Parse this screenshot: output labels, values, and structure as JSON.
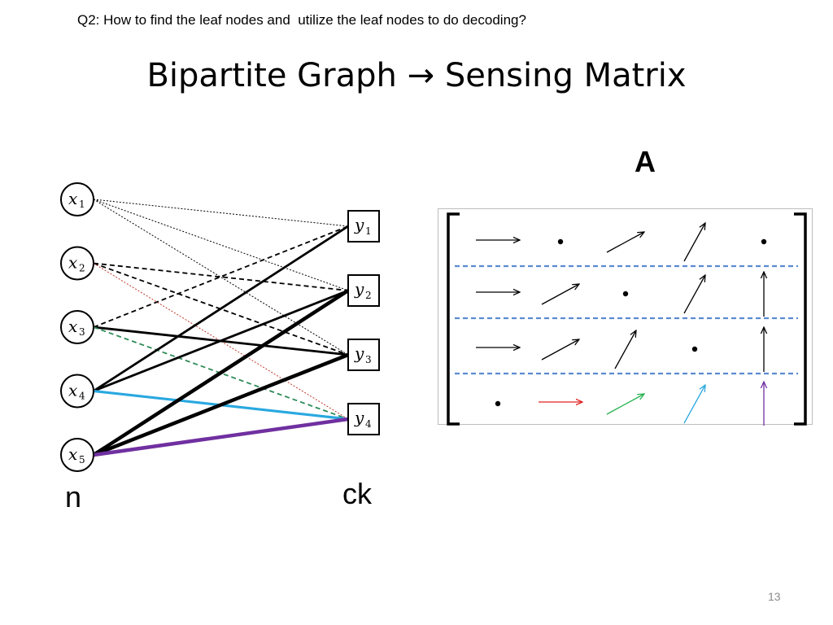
{
  "slide": {
    "question": "Q2: How to find the leaf nodes and  utilize the leaf nodes to do decoding?",
    "title": "Bipartite Graph → Sensing Matrix",
    "page_number": "13"
  },
  "graph": {
    "left_label": "n",
    "right_label": "ck",
    "left_nodes": [
      {
        "name": "x",
        "sub": "1"
      },
      {
        "name": "x",
        "sub": "2"
      },
      {
        "name": "x",
        "sub": "3"
      },
      {
        "name": "x",
        "sub": "4"
      },
      {
        "name": "x",
        "sub": "5"
      }
    ],
    "right_nodes": [
      {
        "name": "y",
        "sub": "1"
      },
      {
        "name": "y",
        "sub": "2"
      },
      {
        "name": "y",
        "sub": "3"
      },
      {
        "name": "y",
        "sub": "4"
      }
    ],
    "edges": [
      {
        "from": 1,
        "to": 1,
        "style": "dotted",
        "color": "#000000"
      },
      {
        "from": 1,
        "to": 2,
        "style": "dotted",
        "color": "#000000"
      },
      {
        "from": 1,
        "to": 3,
        "style": "dotted",
        "color": "#000000"
      },
      {
        "from": 2,
        "to": 2,
        "style": "dashed",
        "color": "#000000"
      },
      {
        "from": 2,
        "to": 3,
        "style": "dashed",
        "color": "#000000"
      },
      {
        "from": 2,
        "to": 4,
        "style": "dotted",
        "color": "#c0392b"
      },
      {
        "from": 3,
        "to": 1,
        "style": "dashed",
        "color": "#000000"
      },
      {
        "from": 3,
        "to": 3,
        "style": "solid",
        "color": "#000000"
      },
      {
        "from": 3,
        "to": 4,
        "style": "dashed",
        "color": "#2e8b57"
      },
      {
        "from": 4,
        "to": 1,
        "style": "solid",
        "color": "#000000"
      },
      {
        "from": 4,
        "to": 2,
        "style": "solid",
        "color": "#000000"
      },
      {
        "from": 4,
        "to": 4,
        "style": "solid",
        "color": "#29a8e0"
      },
      {
        "from": 5,
        "to": 2,
        "style": "thick",
        "color": "#000000"
      },
      {
        "from": 5,
        "to": 3,
        "style": "thick",
        "color": "#000000"
      },
      {
        "from": 5,
        "to": 4,
        "style": "thick",
        "color": "#7030a0"
      }
    ]
  },
  "matrix": {
    "label": "A",
    "rows": [
      [
        {
          "type": "arrow",
          "dir": "right",
          "color": "#000000"
        },
        {
          "type": "dot"
        },
        {
          "type": "arrow",
          "dir": "diag-shallow",
          "color": "#000000"
        },
        {
          "type": "arrow",
          "dir": "diag-steep",
          "color": "#000000"
        },
        {
          "type": "dot"
        }
      ],
      [
        {
          "type": "arrow",
          "dir": "right",
          "color": "#000000"
        },
        {
          "type": "arrow",
          "dir": "diag-shallow",
          "color": "#000000"
        },
        {
          "type": "dot"
        },
        {
          "type": "arrow",
          "dir": "diag-steep",
          "color": "#000000"
        },
        {
          "type": "arrow",
          "dir": "up",
          "color": "#000000"
        }
      ],
      [
        {
          "type": "arrow",
          "dir": "right",
          "color": "#000000"
        },
        {
          "type": "arrow",
          "dir": "diag-shallow",
          "color": "#000000"
        },
        {
          "type": "arrow",
          "dir": "diag-steep",
          "color": "#000000"
        },
        {
          "type": "dot"
        },
        {
          "type": "arrow",
          "dir": "up",
          "color": "#000000"
        }
      ],
      [
        {
          "type": "dot"
        },
        {
          "type": "arrow",
          "dir": "right",
          "color": "#e02020"
        },
        {
          "type": "arrow",
          "dir": "diag-shallow",
          "color": "#22b14c"
        },
        {
          "type": "arrow",
          "dir": "diag-steep",
          "color": "#29a8e0"
        },
        {
          "type": "arrow",
          "dir": "up",
          "color": "#7030a0"
        }
      ]
    ],
    "separator_color": "#5b8bd0"
  }
}
